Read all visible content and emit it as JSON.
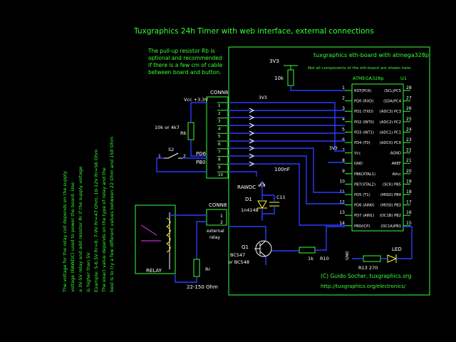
{
  "title": "Tuxgraphics 24h Timer with web interface, external connections",
  "pullup_note": [
    "The pull-up resistor Rb is",
    "optional and recommended",
    "if there is a few cm of cable",
    "between board and button."
  ],
  "board_title": "tuxgraphics eth-board with atmega328p",
  "board_sub": "Not all components of the eth-board are shown here.",
  "chip_name": "ATMEGA328p",
  "u1": "U1",
  "v3a": "3V3",
  "v3b": "3V3",
  "v3c": "3V3",
  "r10k": "10k",
  "conn_label": "CONN6",
  "conn2_label": "CONN8",
  "vcc_label": "Vcc +3.3V",
  "pd6": "PD6",
  "pb0": "PB0",
  "rb_val": "10k or 4k7",
  "rb": "Rb",
  "s2": "S2",
  "s2_pin1": "1",
  "s2_pin2": "2",
  "conn_pins": [
    "1",
    "2",
    "3",
    "4",
    "5",
    "6",
    "7",
    "8",
    "9",
    "10"
  ],
  "conn2_pins": [
    "1",
    "2"
  ],
  "left_pins": [
    {
      "num": "1",
      "name": "RST(PC6)"
    },
    {
      "num": "2",
      "name": "PD0 (RXD)"
    },
    {
      "num": "3",
      "name": "PD1 (TXD)"
    },
    {
      "num": "4",
      "name": "PD2 (INT0)"
    },
    {
      "num": "5",
      "name": "PD3 (INT1)"
    },
    {
      "num": "6",
      "name": "PD4 (T0)"
    },
    {
      "num": "7",
      "name": "Vcc"
    },
    {
      "num": "8",
      "name": "GND"
    },
    {
      "num": "9",
      "name": "PB6(XTAL1)"
    },
    {
      "num": "10",
      "name": "PB7(XTAL2)"
    },
    {
      "num": "11",
      "name": "PD5 (T1)"
    },
    {
      "num": "12",
      "name": "PD6 (AIN0)"
    },
    {
      "num": "13",
      "name": "PD7 (AIN1)"
    },
    {
      "num": "14",
      "name": "PB0(ICP)"
    }
  ],
  "right_pins": [
    {
      "num": "28",
      "name": "(SCL)PC5"
    },
    {
      "num": "27",
      "name": "(SDA)PC4"
    },
    {
      "num": "26",
      "name": "(ADC3) PC3"
    },
    {
      "num": "25",
      "name": "(ADC2) PC2"
    },
    {
      "num": "24",
      "name": "(ADC1) PC1"
    },
    {
      "num": "23",
      "name": "(ADC0) PC0"
    },
    {
      "num": "22",
      "name": "AGND"
    },
    {
      "num": "21",
      "name": "AREF"
    },
    {
      "num": "20",
      "name": "AVcc"
    },
    {
      "num": "19",
      "name": "(SCK) PB5"
    },
    {
      "num": "18",
      "name": "(MISO) PB4"
    },
    {
      "num": "17",
      "name": "(MOSI) PB3"
    },
    {
      "num": "16",
      "name": "(OC1B) PB2"
    },
    {
      "num": "15",
      "name": "(OC1A)PB1"
    }
  ],
  "rawdc": "RAWDC",
  "vdd": "vdd",
  "d1": "D1",
  "d1_type": "1n4148",
  "c11": "C11",
  "c_val": "100nF",
  "q1": "Q1",
  "q1_type": "BC547",
  "q1_alt": "or BC548",
  "r1k": "1k",
  "r10": "R10",
  "relay": "RELAY",
  "rr": "Rr",
  "rr_range": "22-150 Ohm",
  "ext_relay": [
    "external",
    "relay"
  ],
  "led": "LED",
  "r13": "R13 270",
  "gnd_label": "GND",
  "copyright": "(C) Guido Socher, tuxgraphics.org",
  "url": "http://tuxgraphics.org/electronics/",
  "side_note": [
    "The voltage for the relay coil depends on the supply",
    "voltage (RAWDC) used to power the board. Use",
    "a 3V-5V relay and add resistor Rr if the supply voltage",
    "is higher than 5V.",
    "Example: 5-6.5V Rr=0, 7-9V Rr=47 Ohm, 10-12V Rr=56 Ohm",
    "The exact value depends on the type of relay and the",
    "best is to try a few different values between 22 Ohm and 150 Ohm"
  ]
}
